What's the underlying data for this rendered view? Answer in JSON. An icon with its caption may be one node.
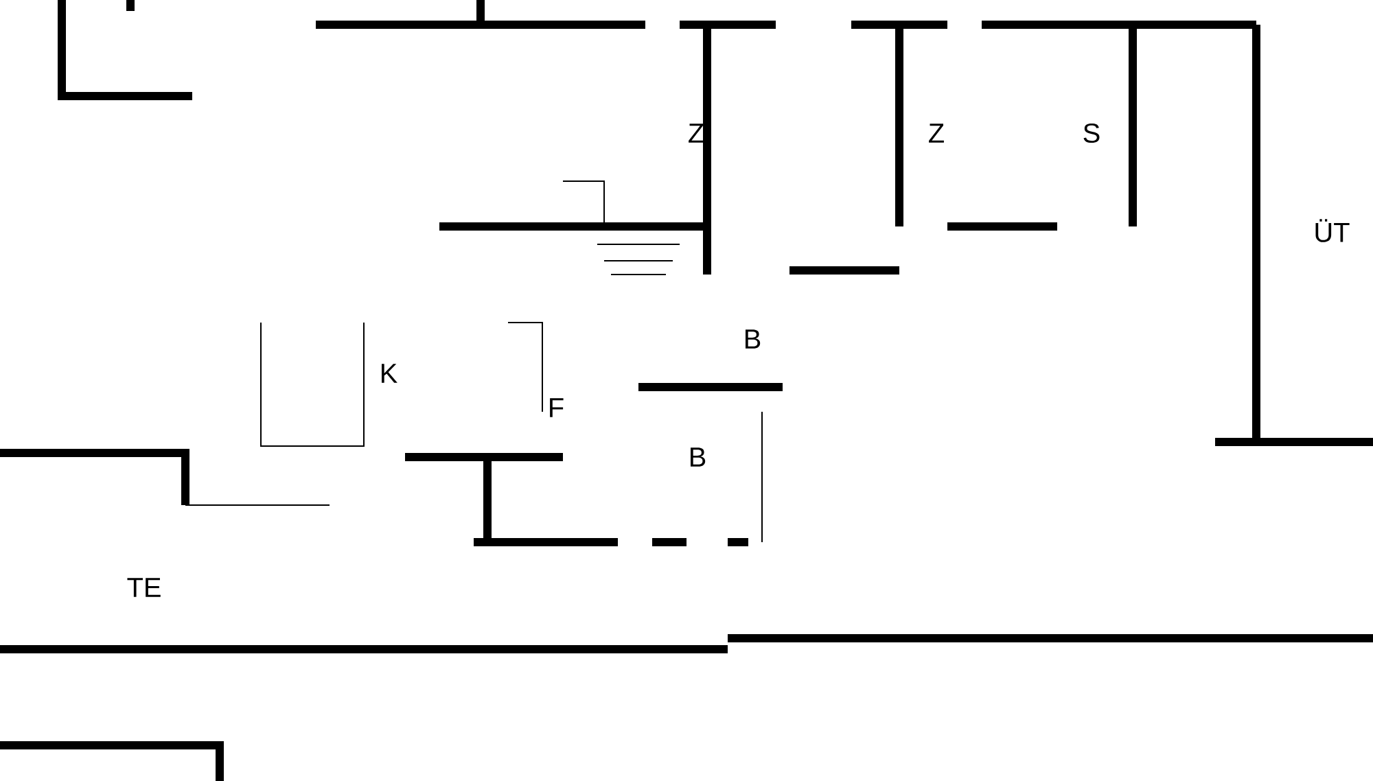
{
  "diagram": {
    "labels": [
      "Z",
      "Z",
      "S",
      "ÜT",
      "B",
      "K",
      "F",
      "B",
      "TE"
    ]
  }
}
